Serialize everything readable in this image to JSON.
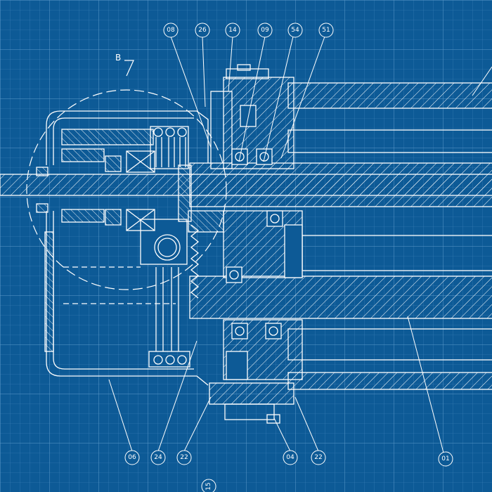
{
  "colors": {
    "background": "#0d5a96",
    "grid_minor": "#3f84ba",
    "grid_major": "#5d9bcb",
    "line": "#ffffff"
  },
  "view_label": "B",
  "balloons": {
    "b08": "08",
    "b26": "26",
    "b14": "14",
    "b09": "09",
    "b54": "54",
    "b51": "51",
    "b06": "06",
    "b24": "24",
    "b22a": "22",
    "b04": "04",
    "b22b": "22",
    "b01": "01",
    "b15": "15"
  }
}
